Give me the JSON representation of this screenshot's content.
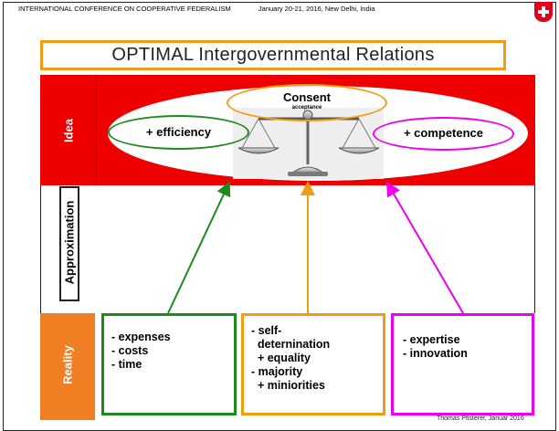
{
  "header": {
    "conference": "INTERNATIONAL CONFERENCE ON COOPERATIVE FEDERALISM",
    "date_place": "January 20-21, 2016, New Delhi, India"
  },
  "title": "OPTIMAL Intergovernmental Relations",
  "rows": {
    "idea": "Idea",
    "approximation": "Approximation",
    "reality": "Reality"
  },
  "idea": {
    "consent": "Consent",
    "consent_sub": "acceptance",
    "efficiency": "+  efficiency",
    "competence": "+ competence"
  },
  "reality_boxes": {
    "green": [
      "- expenses",
      "- costs",
      "- time"
    ],
    "orange": [
      "- self-",
      "  deternination",
      "  + equality",
      "- majority",
      "  + miniorities"
    ],
    "magenta": [
      "- expertise",
      "- innovation"
    ]
  },
  "footer": "Thomas Pfisterer, Januar 2016",
  "colors": {
    "green": "#1e8a1e",
    "orange": "#f39c12",
    "magenta": "#ee00ee",
    "red": "#ee0000",
    "reality_fill": "#f07f24"
  }
}
